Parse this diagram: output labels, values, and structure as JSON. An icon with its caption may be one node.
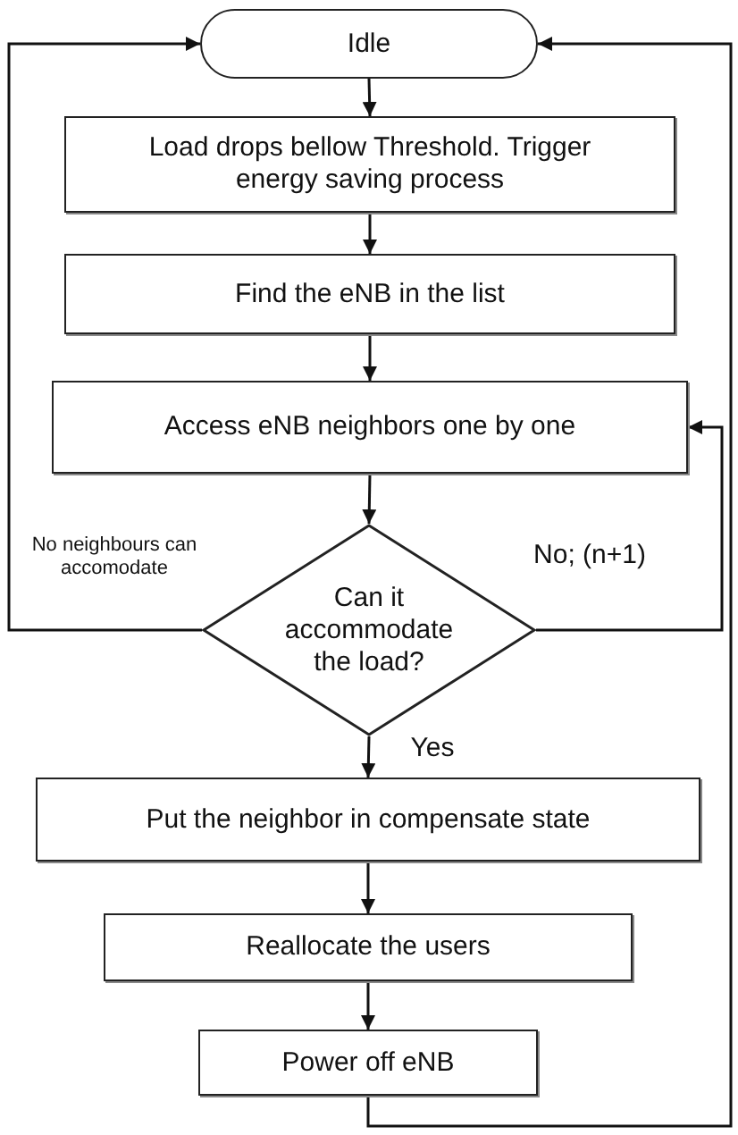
{
  "diagram": {
    "nodes": [
      {
        "text": [
          "Idle"
        ]
      },
      {
        "text": [
          "Load drops bellow Threshold. Trigger energy saving process"
        ]
      },
      {
        "text": [
          "Find the eNB in the list"
        ]
      },
      {
        "text": [
          "Access eNB neighbors one by one"
        ]
      },
      {
        "text": [
          "Can it accommodate the load?"
        ]
      },
      {
        "text": [
          "Put the neighbor in compensate state"
        ]
      },
      {
        "text": [
          "Reallocate the users"
        ]
      },
      {
        "text": [
          "Power off eNB"
        ]
      }
    ],
    "edges": [
      {
        "from": 0,
        "to": 1,
        "arrow": "to"
      },
      {
        "from": 1,
        "to": 2,
        "arrow": "to"
      },
      {
        "from": 2,
        "to": 3,
        "arrow": "to"
      },
      {
        "from": 3,
        "to": 4,
        "arrow": "to"
      },
      {
        "from": 4,
        "to": 5,
        "arrow": "to",
        "label": "Yes"
      },
      {
        "from": 5,
        "to": 6,
        "arrow": "to"
      },
      {
        "from": 6,
        "to": 7,
        "arrow": "to"
      },
      {
        "from": 4,
        "to": 0,
        "arrow": "to",
        "label": "No neighbours can accomodate"
      },
      {
        "from": 4,
        "to": 3,
        "arrow": "to",
        "label": "No; (n+1)"
      },
      {
        "from": 7,
        "to": 0,
        "arrow": "to"
      }
    ]
  }
}
